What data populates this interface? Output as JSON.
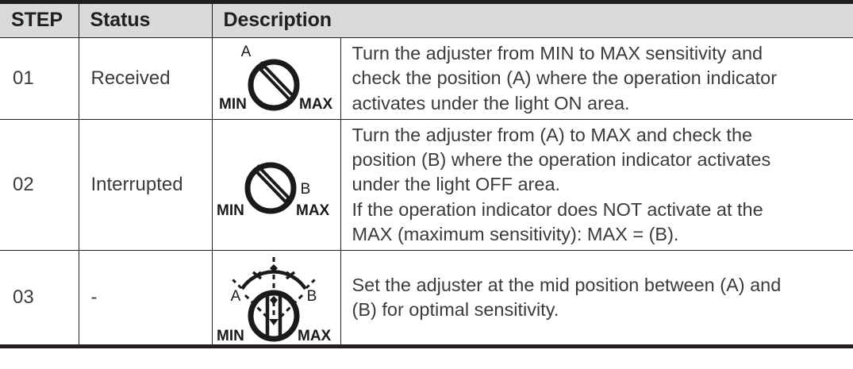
{
  "table": {
    "headers": [
      {
        "key": "step",
        "label": "STEP"
      },
      {
        "key": "status",
        "label": "Status"
      },
      {
        "key": "desc",
        "label": "Description"
      }
    ],
    "rows": [
      {
        "step": "01",
        "status": "Received",
        "diagram": {
          "name": "adjuster-knob-position-a",
          "slot_angle_deg": 45,
          "marker_position": "upper-left",
          "labels": {
            "point": "A",
            "min": "MIN",
            "max": "MAX"
          }
        },
        "description_lines": [
          "Turn the adjuster from MIN to MAX sensitivity and",
          "check the position (A) where the operation indicator",
          "activates under the light ON area."
        ]
      },
      {
        "step": "02",
        "status": "Interrupted",
        "diagram": {
          "name": "adjuster-knob-position-b",
          "slot_angle_deg": 45,
          "marker_position": "lower-right",
          "labels": {
            "point": "B",
            "min": "MIN",
            "max": "MAX"
          }
        },
        "description_lines": [
          "Turn the adjuster from (A) to MAX and check the",
          "position (B) where the operation indicator activates",
          "under the light OFF area.",
          "If the operation indicator does NOT activate at the",
          "MAX (maximum sensitivity): MAX = (B)."
        ]
      },
      {
        "step": "03",
        "status": "-",
        "diagram": {
          "name": "adjuster-knob-mid-position",
          "slot_angle_deg": 0,
          "marker_position": "center-top",
          "labels": {
            "left_point": "A",
            "right_point": "B",
            "min": "MIN",
            "max": "MAX"
          }
        },
        "description_lines": [
          "Set the adjuster at the mid position between (A) and",
          "(B) for optimal sensitivity."
        ]
      }
    ]
  },
  "colors": {
    "header_background": "#d9dada",
    "border": "#231f20",
    "text": "#3b3b3b",
    "ink": "#1a1a1a",
    "page_background": "#ffffff"
  }
}
